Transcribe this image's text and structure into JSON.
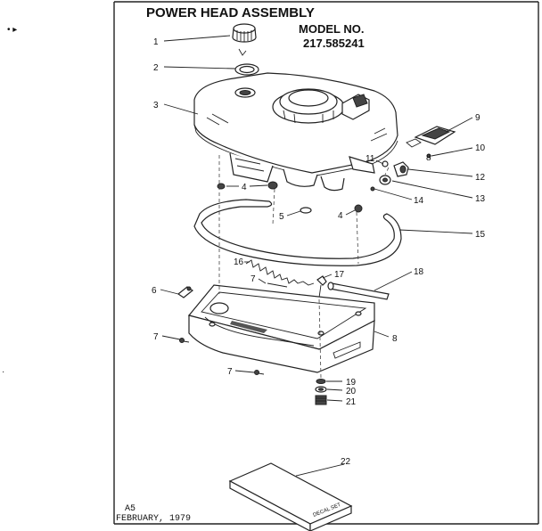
{
  "title": "POWER HEAD ASSEMBLY",
  "model_label": "MODEL  NO.",
  "model_number": "217.585241",
  "side_marks": {
    "top_left": "• ▸",
    "left_edge": "·"
  },
  "callouts": [
    {
      "id": "1",
      "label": "1"
    },
    {
      "id": "2",
      "label": "2"
    },
    {
      "id": "3",
      "label": "3"
    },
    {
      "id": "4a",
      "label": "4"
    },
    {
      "id": "4b",
      "label": "4"
    },
    {
      "id": "5",
      "label": "5"
    },
    {
      "id": "6",
      "label": "6"
    },
    {
      "id": "7a",
      "label": "7"
    },
    {
      "id": "7b",
      "label": "7"
    },
    {
      "id": "7c",
      "label": "7"
    },
    {
      "id": "8",
      "label": "8"
    },
    {
      "id": "8b",
      "label": "8"
    },
    {
      "id": "9",
      "label": "9"
    },
    {
      "id": "10",
      "label": "10"
    },
    {
      "id": "11",
      "label": "11"
    },
    {
      "id": "12",
      "label": "12"
    },
    {
      "id": "13",
      "label": "13"
    },
    {
      "id": "14",
      "label": "14"
    },
    {
      "id": "15",
      "label": "15"
    },
    {
      "id": "16",
      "label": "16"
    },
    {
      "id": "17",
      "label": "17"
    },
    {
      "id": "18",
      "label": "18"
    },
    {
      "id": "19",
      "label": "19"
    },
    {
      "id": "20",
      "label": "20"
    },
    {
      "id": "21",
      "label": "21"
    },
    {
      "id": "22",
      "label": "22"
    }
  ],
  "decal_label": "DECAL SET",
  "footer": {
    "code": "A5",
    "date": "FEBRUARY, 1979"
  }
}
